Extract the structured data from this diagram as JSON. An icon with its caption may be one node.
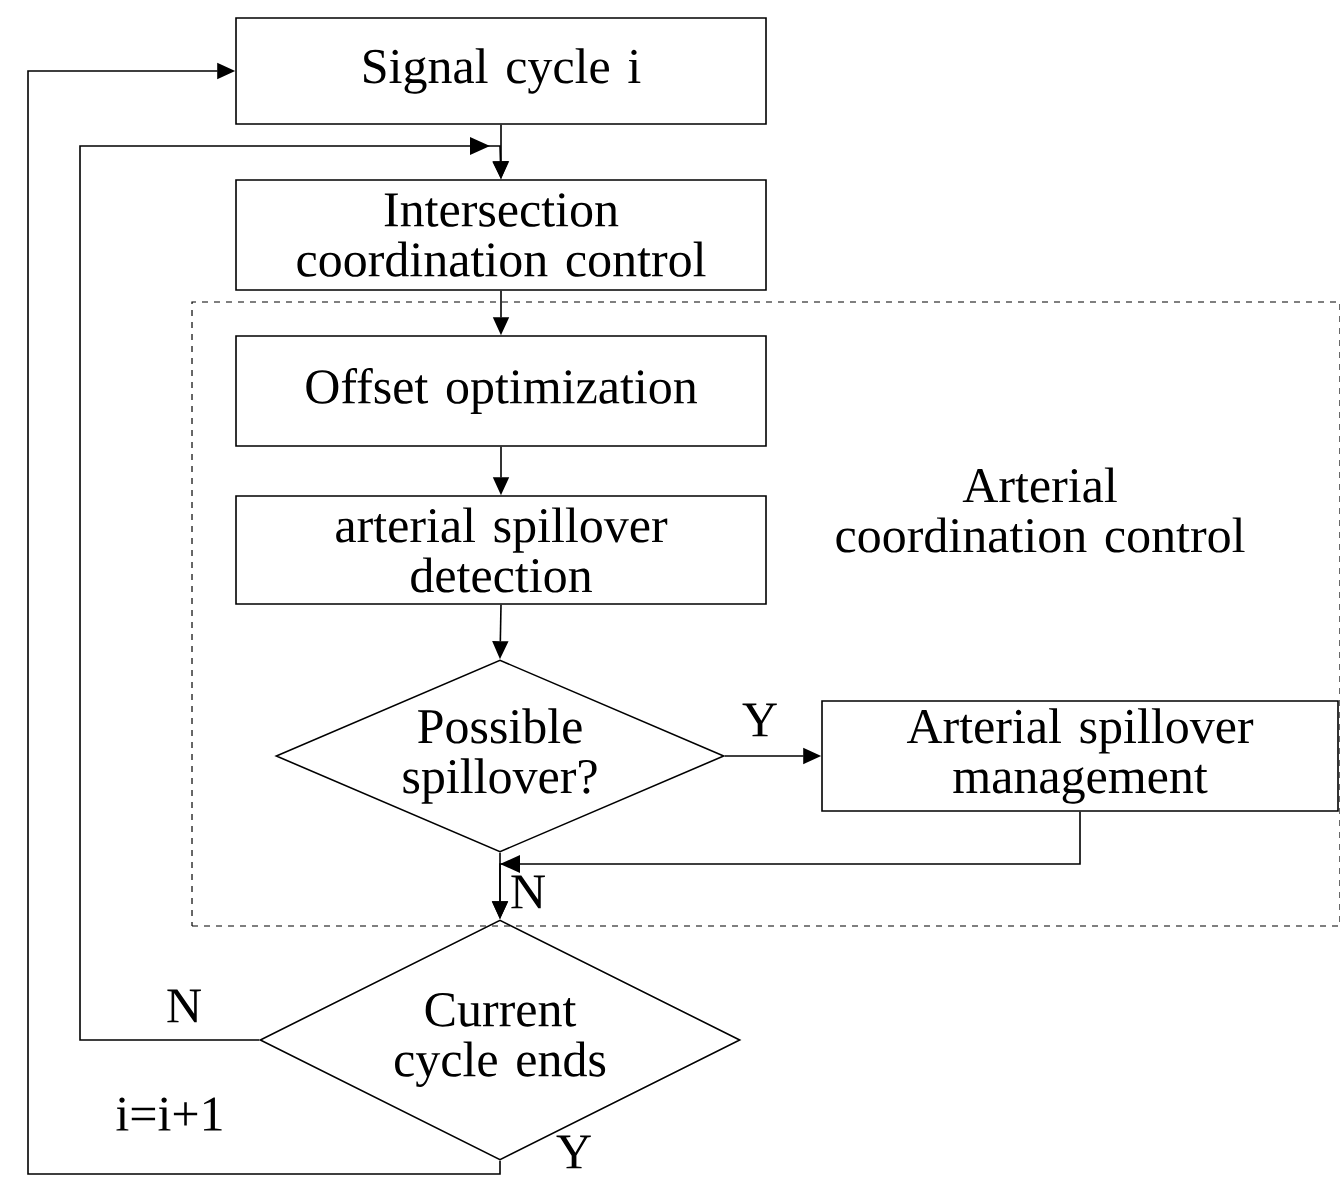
{
  "diagram": {
    "nodes": [
      {
        "text": [
          "Signal cycle i"
        ]
      },
      {
        "text": [
          "Intersection coordination control"
        ]
      },
      {
        "text": [
          "Arterial coordination control"
        ]
      },
      {
        "text": [
          "Offset optimization"
        ],
        "in": 2
      },
      {
        "text": [
          "arterial spillover detection"
        ],
        "in": 2
      },
      {
        "text": [
          "Possible spillover?"
        ],
        "in": 2
      },
      {
        "text": [
          "Arterial spillover management"
        ],
        "in": 2
      },
      {
        "text": [
          "Current cycle ends"
        ]
      }
    ],
    "edges": [
      {
        "from": 0,
        "to": 1,
        "arrow": "to"
      },
      {
        "from": 1,
        "to": 3,
        "arrow": "to"
      },
      {
        "from": 3,
        "to": 4,
        "arrow": "to"
      },
      {
        "from": 4,
        "to": 5,
        "arrow": "to"
      },
      {
        "from": 5,
        "to": 6,
        "arrow": "to",
        "label": "Y"
      },
      {
        "from": 5,
        "to": 7,
        "arrow": "to",
        "label": "N"
      },
      {
        "from": 6,
        "to": 7,
        "arrow": "to"
      },
      {
        "from": 7,
        "to": 1,
        "arrow": "to",
        "label": "N"
      },
      {
        "from": 7,
        "to": 0,
        "arrow": "to",
        "label": "Y"
      }
    ],
    "labels": [
      "i=i+1"
    ]
  }
}
